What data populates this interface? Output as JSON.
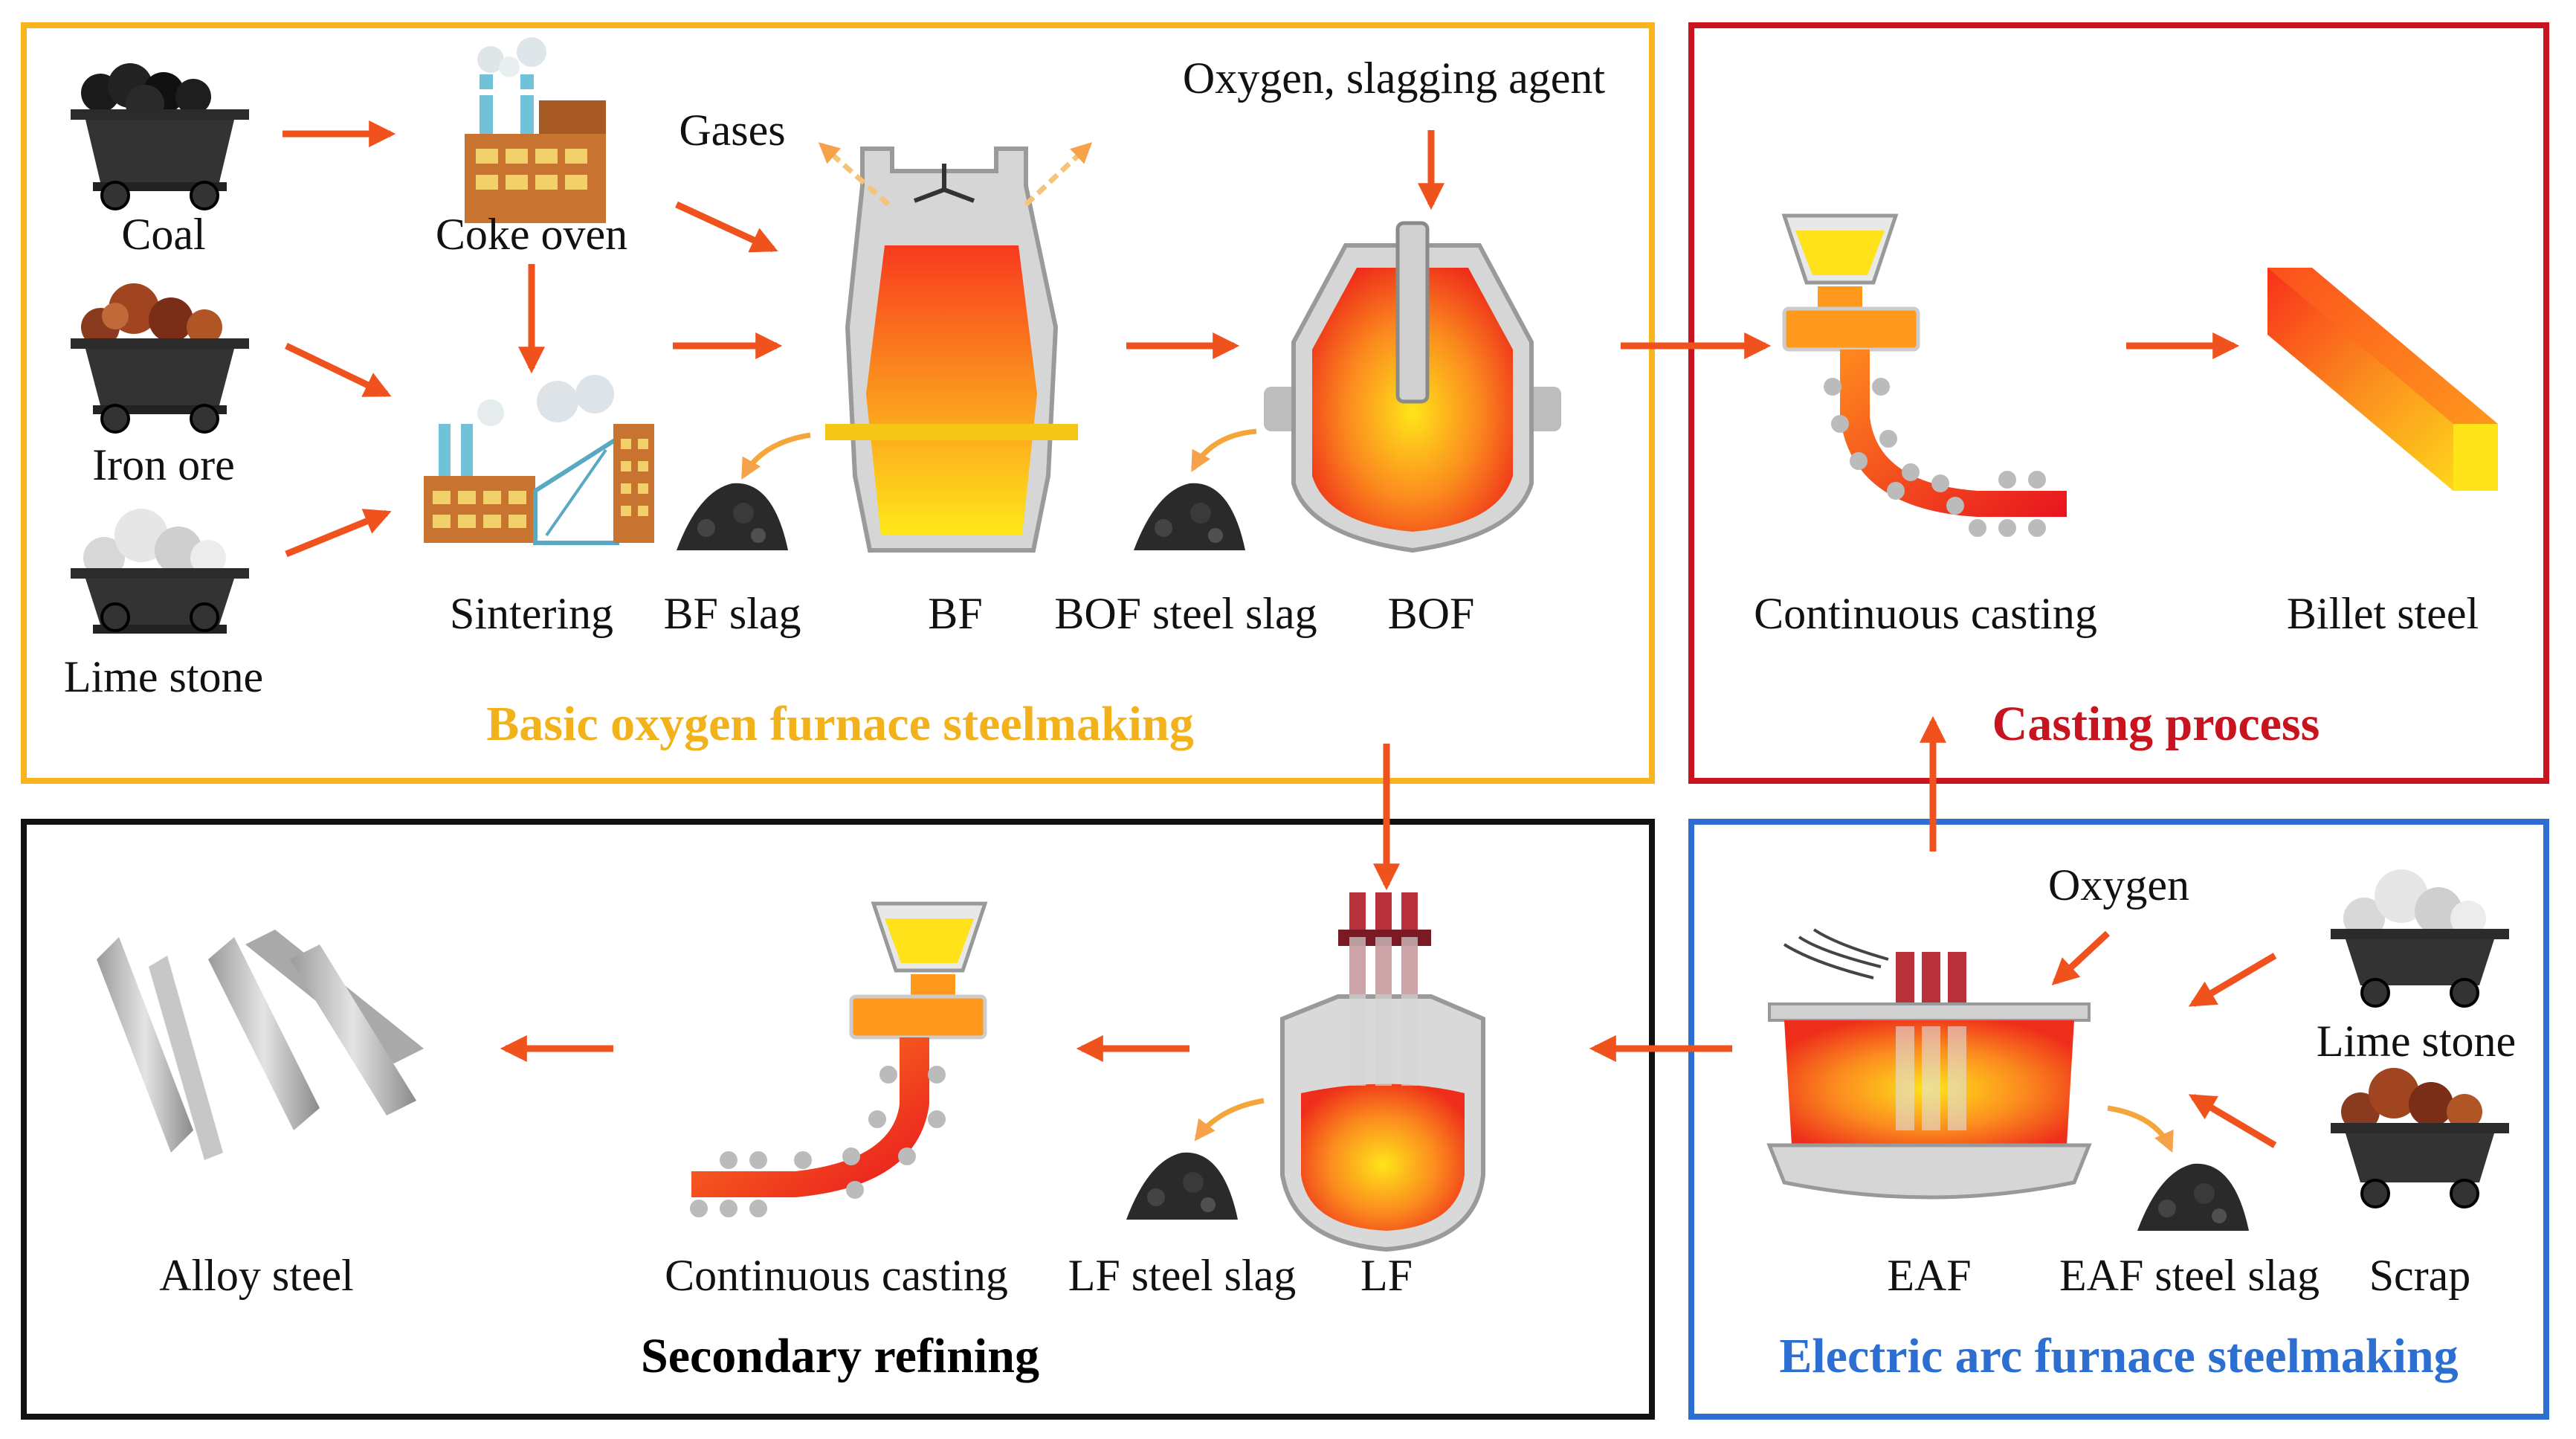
{
  "colors": {
    "bof_border": "#F7B41E",
    "casting_border": "#C8141E",
    "eaf_border": "#2C6FD0",
    "secondary_border": "#111111",
    "bof_title": "#F2B21C",
    "casting_title": "#C8141E",
    "eaf_title": "#2C6FD0",
    "secondary_title": "#000000",
    "arrow": "#F0521E"
  },
  "sections": {
    "bof": {
      "title": "Basic oxygen furnace steelmaking",
      "labels": {
        "coal": "Coal",
        "coke_oven": "Coke oven",
        "gases": "Gases",
        "oxygen_slagging": "Oxygen, slagging agent",
        "iron_ore": "Iron ore",
        "lime_stone": "Lime stone",
        "sintering": "Sintering",
        "bf_slag": "BF slag",
        "bf": "BF",
        "bof_steel_slag": "BOF steel slag",
        "bof": "BOF"
      }
    },
    "casting": {
      "title": "Casting process",
      "labels": {
        "continuous_casting": "Continuous casting",
        "billet_steel": "Billet steel"
      }
    },
    "secondary": {
      "title": "Secondary refining",
      "labels": {
        "alloy_steel": "Alloy steel",
        "continuous_casting": "Continuous casting",
        "lf_steel_slag": "LF steel slag",
        "lf": "LF"
      }
    },
    "eaf": {
      "title": "Electric arc furnace steelmaking",
      "labels": {
        "oxygen": "Oxygen",
        "lime_stone": "Lime stone",
        "eaf": "EAF",
        "eaf_steel_slag": "EAF steel slag",
        "scrap": "Scrap"
      }
    }
  },
  "icons": [
    "coal-cart-icon",
    "iron-ore-cart-icon",
    "lime-stone-cart-icon",
    "coke-oven-factory-icon",
    "sintering-plant-icon",
    "blast-furnace-icon",
    "bof-converter-icon",
    "slag-pile-icon",
    "continuous-caster-icon",
    "billet-icon",
    "ladle-furnace-icon",
    "electric-arc-furnace-icon",
    "scrap-cart-icon",
    "alloy-steel-bars-icon"
  ]
}
